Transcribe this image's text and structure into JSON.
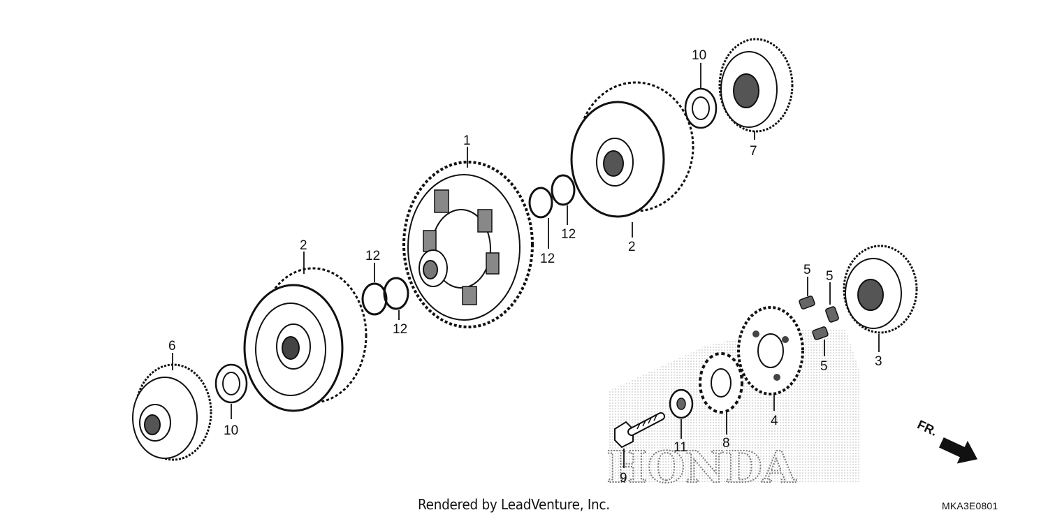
{
  "diagram": {
    "callouts": [
      "1",
      "2",
      "2",
      "3",
      "4",
      "5",
      "5",
      "5",
      "6",
      "7",
      "8",
      "9",
      "10",
      "10",
      "11",
      "12",
      "12",
      "12",
      "12"
    ],
    "direction_label": "FR.",
    "watermark": "HONDA",
    "credit": "Rendered by LeadVenture, Inc.",
    "diagram_code": "MKA3E0801"
  }
}
